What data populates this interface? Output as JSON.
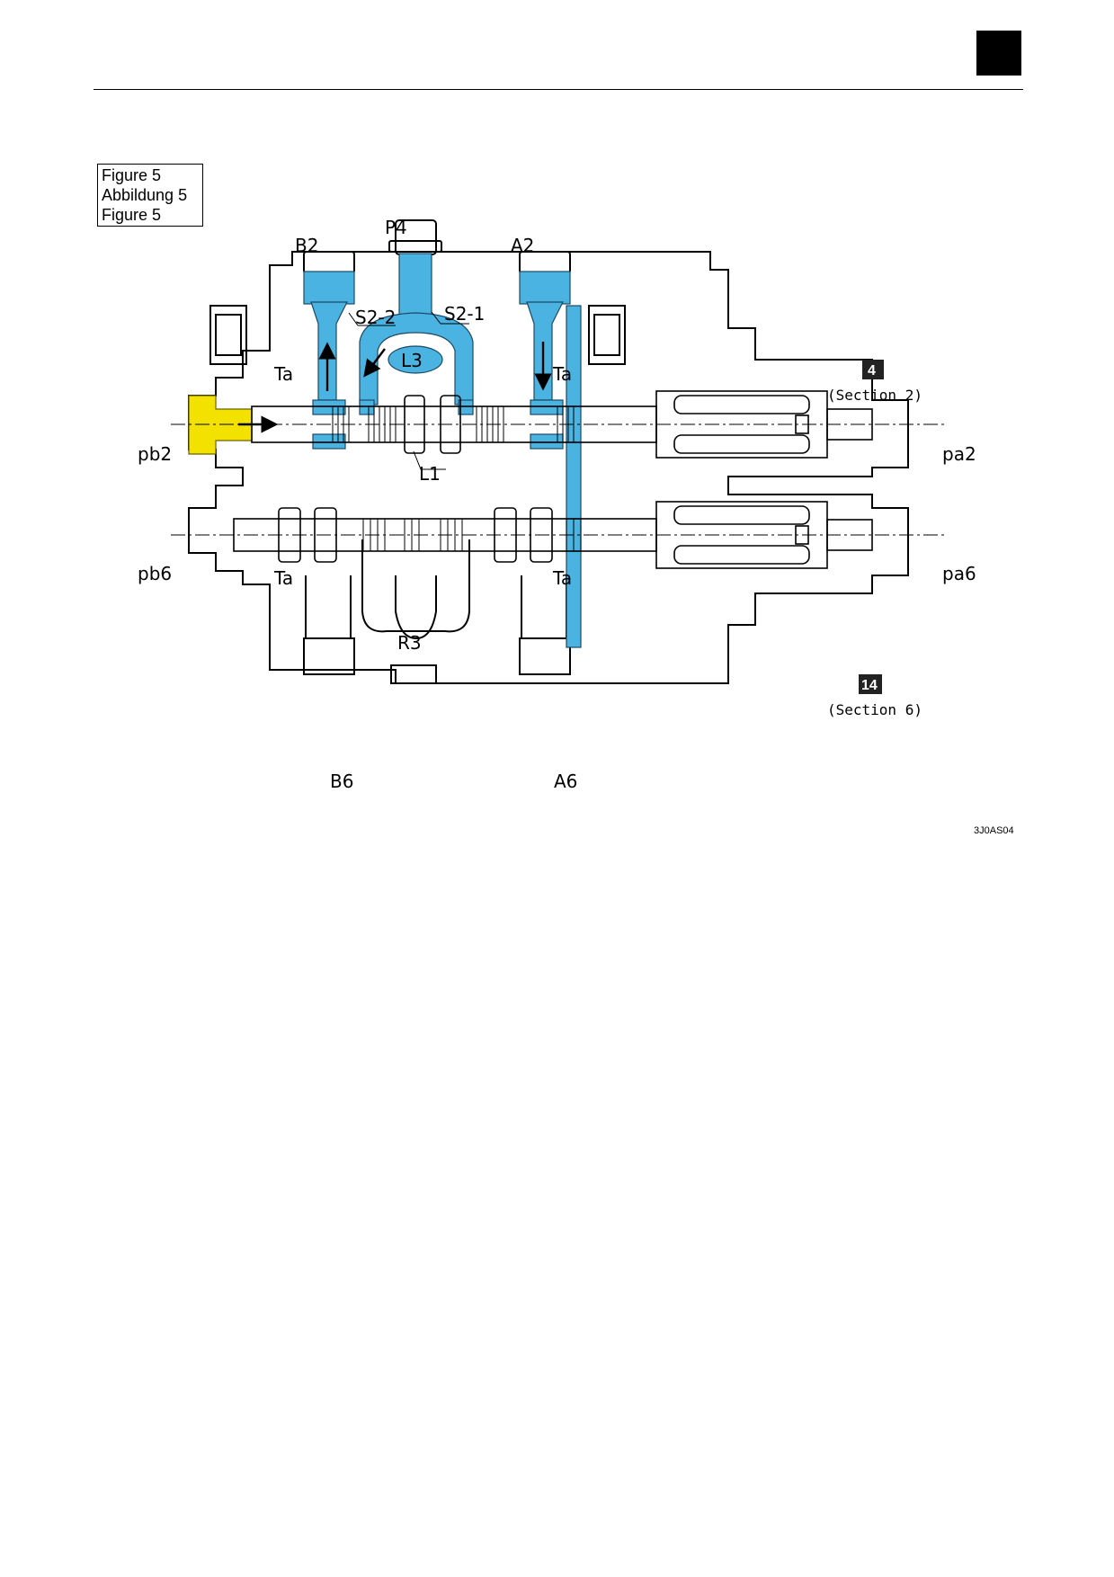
{
  "caption": {
    "line1": "Figure 5",
    "line2": "Abbildung 5",
    "line3": "Figure 5"
  },
  "ref_code": "3J0AS04",
  "colors": {
    "pressure_flow": "#4ab3e2",
    "pilot_pressure": "#f3e100",
    "line": "#000000"
  },
  "labels": {
    "p4": "P4",
    "b2": "B2",
    "a2": "A2",
    "s2_2": "S2-2",
    "s2_1": "S2-1",
    "l3": "L3",
    "l1": "L1",
    "ta_top_left": "Ta",
    "ta_top_right": "Ta",
    "ta_bottom_left": "Ta",
    "ta_bottom_right": "Ta",
    "pb2": "pb2",
    "pa2": "pa2",
    "pb6": "pb6",
    "pa6": "pa6",
    "r3": "R3",
    "b6": "B6",
    "a6": "A6"
  },
  "sections": [
    {
      "badge": "4",
      "text": "(Section 2)"
    },
    {
      "badge": "14",
      "text": "(Section 6)"
    }
  ]
}
